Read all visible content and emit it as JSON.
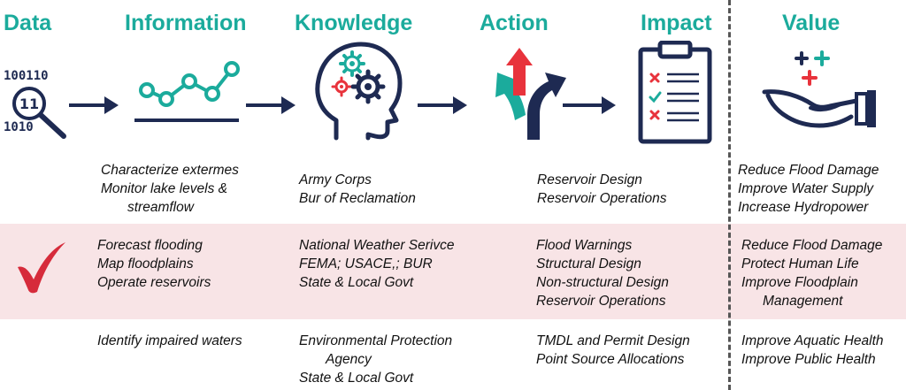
{
  "colors": {
    "teal": "#1bab9c",
    "navy": "#1e2a52",
    "red": "#e8333c",
    "band": "#f8e4e6",
    "check": "#d62b3b"
  },
  "stages": [
    {
      "label": "Data",
      "icon": "data-magnifier-icon"
    },
    {
      "label": "Information",
      "icon": "line-graph-icon"
    },
    {
      "label": "Knowledge",
      "icon": "head-gears-icon"
    },
    {
      "label": "Action",
      "icon": "branching-arrows-icon"
    },
    {
      "label": "Impact",
      "icon": "clipboard-checklist-icon"
    },
    {
      "label": "Value",
      "icon": "hand-plus-icon"
    }
  ],
  "data_icon_text": {
    "line1": "100110",
    "digit": "11",
    "line3": "1010"
  },
  "rows": [
    {
      "information": [
        "Characterize extermes",
        "Monitor lake levels &",
        "streamflow"
      ],
      "knowledge": [
        "Army Corps",
        "Bur of Reclamation"
      ],
      "impact": [
        "Reservoir Design",
        "Reservoir Operations"
      ],
      "value": [
        "Reduce Flood Damage",
        "Improve Water Supply",
        "Increase Hydropower"
      ]
    },
    {
      "information": [
        "Forecast flooding",
        "Map floodplains",
        "Operate reservoirs"
      ],
      "knowledge": [
        "National Weather Serivce",
        "FEMA; USACE,; BUR",
        "State & Local Govt"
      ],
      "impact": [
        "Flood Warnings",
        "Structural Design",
        "Non-structural Design",
        "Reservoir Operations"
      ],
      "value": [
        "Reduce Flood Damage",
        "Protect Human Life",
        "Improve Floodplain",
        "Management"
      ]
    },
    {
      "information": [
        "Identify impaired waters"
      ],
      "knowledge": [
        "Environmental Protection",
        "Agency",
        "State & Local Govt"
      ],
      "impact": [
        "TMDL and Permit Design",
        "Point Source Allocations"
      ],
      "value": [
        "Improve Aquatic Health",
        "Improve Public Health"
      ]
    }
  ]
}
